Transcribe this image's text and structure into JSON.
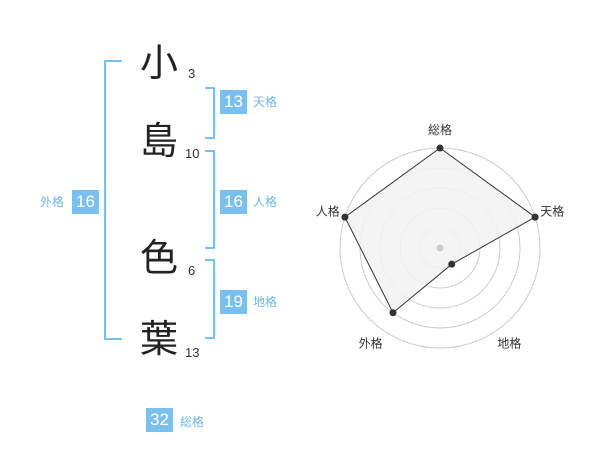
{
  "name": {
    "chars": [
      {
        "char": "小",
        "strokes": "3"
      },
      {
        "char": "島",
        "strokes": "10"
      },
      {
        "char": "色",
        "strokes": "6"
      },
      {
        "char": "葉",
        "strokes": "13"
      }
    ]
  },
  "kaku": {
    "tenkaku": {
      "value": "13",
      "label": "天格"
    },
    "jinkaku": {
      "value": "16",
      "label": "人格"
    },
    "chikaku": {
      "value": "19",
      "label": "地格"
    },
    "gaikaku": {
      "value": "16",
      "label": "外格"
    },
    "soukaku": {
      "value": "32",
      "label": "総格"
    }
  },
  "chart_data": {
    "type": "radar",
    "axes": [
      "総格",
      "天格",
      "地格",
      "外格",
      "人格"
    ],
    "values": [
      5,
      5,
      1,
      4,
      5
    ],
    "range": [
      0,
      5
    ],
    "rings": 5,
    "colors": {
      "fill": "#f2f2f2",
      "line": "#333333",
      "grid": "#cccccc",
      "point": "#333333",
      "center": "#cccccc"
    }
  }
}
